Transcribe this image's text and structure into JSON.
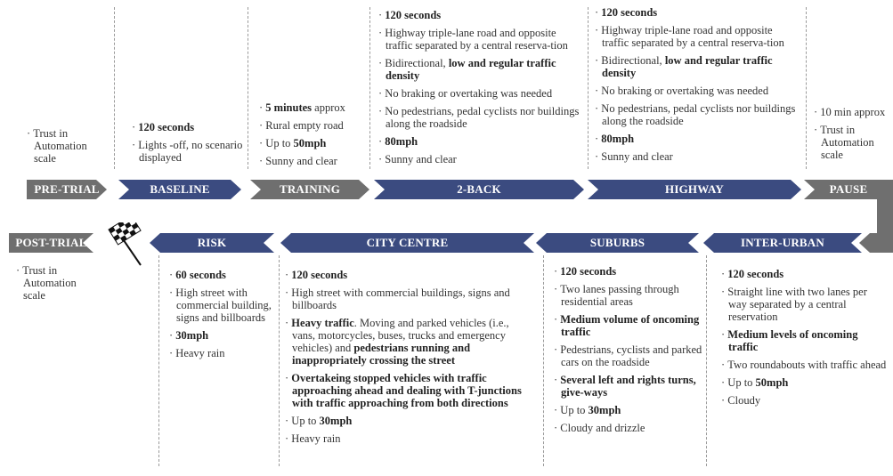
{
  "row1": {
    "stages": [
      {
        "label": "PRE-TRIAL"
      },
      {
        "label": "BASELINE"
      },
      {
        "label": "TRAINING"
      },
      {
        "label": "2-BACK"
      },
      {
        "label": "HIGHWAY"
      },
      {
        "label": "PAUSE"
      }
    ],
    "pretrial": [
      "Trust in Automation scale"
    ],
    "baseline": [
      {
        "bold": "120 seconds",
        "text": ""
      },
      {
        "bold": "",
        "text": "Lights -off, no scenario displayed"
      }
    ],
    "training": [
      {
        "bold": "5 minutes",
        "text": " approx"
      },
      {
        "bold": "",
        "text": "Rural empty road"
      },
      {
        "pre": "Up to ",
        "bold": "50mph",
        "text": ""
      },
      {
        "bold": "",
        "text": "Sunny and clear"
      }
    ],
    "twoback": [
      {
        "bold": "120 seconds",
        "text": ""
      },
      {
        "bold": "",
        "text": "Highway triple-lane road and opposite traffic separated by a central reserva-tion"
      },
      {
        "pre": "Bidirectional, ",
        "bold": "low and regular traffic density",
        "text": ""
      },
      {
        "bold": "",
        "text": "No braking or overtaking was needed"
      },
      {
        "bold": "",
        "text": "No pedestrians, pedal cyclists nor buildings along the roadside"
      },
      {
        "bold": "80mph",
        "text": ""
      },
      {
        "bold": "",
        "text": "Sunny and clear"
      }
    ],
    "highway": [
      {
        "bold": "120 seconds",
        "text": ""
      },
      {
        "bold": "",
        "text": "Highway triple-lane road and opposite traffic separated by a central reserva-tion"
      },
      {
        "pre": "Bidirectional, ",
        "bold": "low and regular traffic density",
        "text": ""
      },
      {
        "bold": "",
        "text": "No braking or overtaking was needed"
      },
      {
        "bold": "",
        "text": "No pedestrians, pedal cyclists nor buildings along the roadside"
      },
      {
        "bold": "80mph",
        "text": ""
      },
      {
        "bold": "",
        "text": "Sunny and clear"
      }
    ],
    "pause": [
      {
        "bold": "",
        "text": "10 min approx"
      },
      {
        "bold": "",
        "text": "Trust in Automation scale"
      }
    ]
  },
  "row2": {
    "stages": [
      {
        "label": "POST-TRIAL"
      },
      {
        "label": "RISK"
      },
      {
        "label": "CITY CENTRE"
      },
      {
        "label": "SUBURBS"
      },
      {
        "label": "INTER-URBAN"
      }
    ],
    "posttrial": [
      "Trust in Automation scale"
    ],
    "risk": [
      {
        "bold": "60 seconds",
        "text": ""
      },
      {
        "bold": "",
        "text": "High street with commercial building, signs and billboards"
      },
      {
        "bold": "30mph",
        "text": ""
      },
      {
        "bold": "",
        "text": "Heavy rain"
      }
    ],
    "city": [
      {
        "bold": "120 seconds",
        "text": ""
      },
      {
        "bold": "",
        "text": "High street with commercial buildings, signs and billboards"
      },
      {
        "pre": "",
        "bold": "Heavy traffic",
        "text": ". Moving and parked vehicles (i.e., vans, motorcycles, buses, trucks and emergency vehicles) and ",
        "bold2": "pedestrians running and inappropriately crossing the street"
      },
      {
        "bold": "Overtakeing stopped vehicles with traffic approaching ahead and dealing with T-junctions with traffic approaching from both directions",
        "text": ""
      },
      {
        "pre": "Up to ",
        "bold": "30mph",
        "text": ""
      },
      {
        "bold": "",
        "text": "Heavy rain"
      }
    ],
    "suburbs": [
      {
        "bold": "120 seconds",
        "text": ""
      },
      {
        "bold": "",
        "text": "Two lanes passing through residential areas"
      },
      {
        "bold": "Medium volume of oncoming traffic",
        "text": ""
      },
      {
        "bold": "",
        "text": "Pedestrians, cyclists and parked cars on the roadside"
      },
      {
        "bold": "Several left and rights turns, give-ways",
        "text": ""
      },
      {
        "pre": "Up to ",
        "bold": "30mph",
        "text": ""
      },
      {
        "bold": "",
        "text": "Cloudy and drizzle"
      }
    ],
    "interurban": [
      {
        "bold": "120 seconds",
        "text": ""
      },
      {
        "bold": "",
        "text": "Straight line with two lanes per way separated by a central reservation"
      },
      {
        "bold": "Medium levels of oncoming traffic",
        "text": ""
      },
      {
        "bold": "",
        "text": "Two roundabouts with traffic ahead"
      },
      {
        "pre": "Up to ",
        "bold": "50mph",
        "text": ""
      },
      {
        "bold": "",
        "text": "Cloudy"
      }
    ]
  },
  "colors": {
    "grey": "#6f6f6f",
    "blue": "#3b4b80"
  },
  "icons": [
    "checkered-flag-icon"
  ]
}
